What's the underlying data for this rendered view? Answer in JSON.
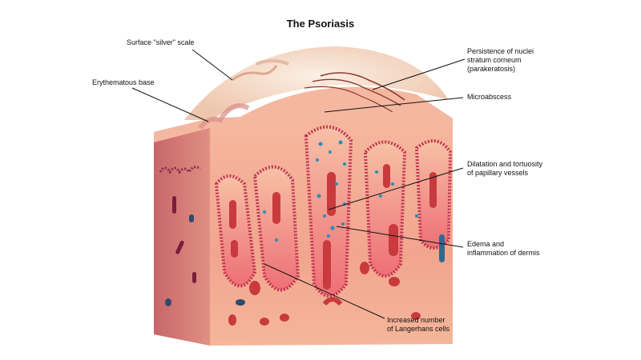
{
  "title": "The Psoriasis",
  "labels": {
    "surface_scale": "Surface \"silver\" scale",
    "erythematous_base": "Erythematous base",
    "parakeratosis": "Persistence of nuclei\nstratum corneum\n(parakeratosis)",
    "microabscess": "Microabscess",
    "papillary_vessels": "Dilatation and tortuosity\nof papillary vessels",
    "edema": "Edema and\ninflammation of dermis",
    "langerhans": "Increased number\nof Langerhans cells"
  },
  "colors": {
    "skin_front": "#f2a58e",
    "skin_side": "#d97d77",
    "papilla_border": "#c2354f",
    "vessel": "#c83a3d",
    "scale": "#f6e2d3",
    "blue_cells": "#2a8fb5"
  }
}
